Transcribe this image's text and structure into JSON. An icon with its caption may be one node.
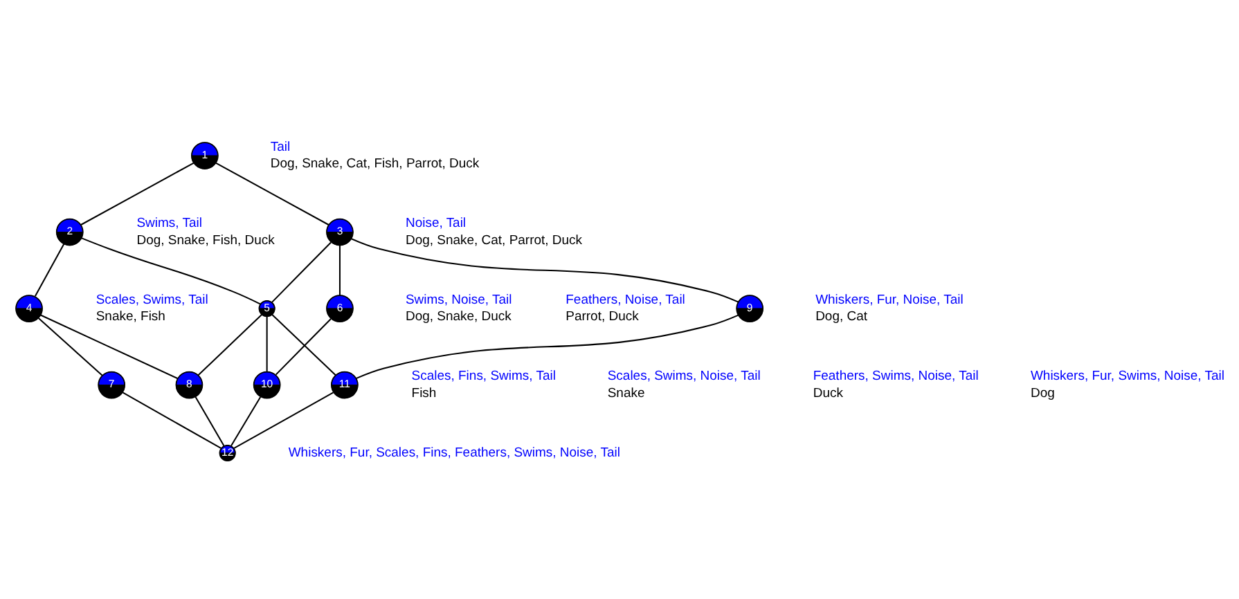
{
  "diagram": {
    "nodes": [
      {
        "text": [
          "1"
        ],
        "beside": [
          "Tail",
          "Dog, Snake, Cat, Fish, Parrot, Duck"
        ]
      },
      {
        "text": [
          "2"
        ],
        "beside": [
          "Swims, Tail",
          "Dog, Snake, Fish, Duck"
        ]
      },
      {
        "text": [
          "3"
        ],
        "beside": [
          "Noise, Tail",
          "Dog, Snake, Cat, Parrot, Duck"
        ]
      },
      {
        "text": [
          "4"
        ],
        "beside": [
          "Scales, Swims, Tail",
          "Snake, Fish"
        ]
      },
      {
        "text": [
          "5"
        ],
        "beside": [
          "Swims, Noise, Tail",
          "Dog, Snake, Duck"
        ]
      },
      {
        "text": [
          "6"
        ],
        "beside": [
          "Feathers, Noise, Tail",
          "Parrot, Duck"
        ]
      },
      {
        "text": [
          "7"
        ],
        "beside": [
          "Scales, Fins, Swims, Tail",
          "Fish"
        ]
      },
      {
        "text": [
          "8"
        ],
        "beside": [
          "Scales, Swims, Noise, Tail",
          "Snake"
        ]
      },
      {
        "text": [
          "9"
        ],
        "beside": [
          "Whiskers, Fur, Noise, Tail",
          "Dog, Cat"
        ]
      },
      {
        "text": [
          "10"
        ],
        "beside": [
          "Feathers, Swims, Noise, Tail",
          "Duck"
        ]
      },
      {
        "text": [
          "11"
        ],
        "beside": [
          "Whiskers, Fur, Swims, Noise, Tail",
          "Dog"
        ]
      },
      {
        "text": [
          "12"
        ],
        "beside": [
          "Whiskers, Fur, Scales, Fins, Feathers, Swims, Noise, Tail"
        ]
      }
    ],
    "edges": [
      {
        "from": 0,
        "to": 1,
        "arrow": "none"
      },
      {
        "from": 0,
        "to": 2,
        "arrow": "none"
      },
      {
        "from": 1,
        "to": 3,
        "arrow": "none"
      },
      {
        "from": 1,
        "to": 4,
        "arrow": "none"
      },
      {
        "from": 2,
        "to": 4,
        "arrow": "none"
      },
      {
        "from": 2,
        "to": 5,
        "arrow": "none"
      },
      {
        "from": 2,
        "to": 8,
        "arrow": "none"
      },
      {
        "from": 3,
        "to": 6,
        "arrow": "none"
      },
      {
        "from": 3,
        "to": 7,
        "arrow": "none"
      },
      {
        "from": 4,
        "to": 7,
        "arrow": "none"
      },
      {
        "from": 4,
        "to": 9,
        "arrow": "none"
      },
      {
        "from": 4,
        "to": 10,
        "arrow": "none"
      },
      {
        "from": 5,
        "to": 9,
        "arrow": "none"
      },
      {
        "from": 8,
        "to": 10,
        "arrow": "none"
      },
      {
        "from": 6,
        "to": 11,
        "arrow": "none"
      },
      {
        "from": 7,
        "to": 11,
        "arrow": "none"
      },
      {
        "from": 10,
        "to": 11,
        "arrow": "none"
      },
      {
        "from": 9,
        "to": 11,
        "arrow": "none"
      }
    ]
  }
}
